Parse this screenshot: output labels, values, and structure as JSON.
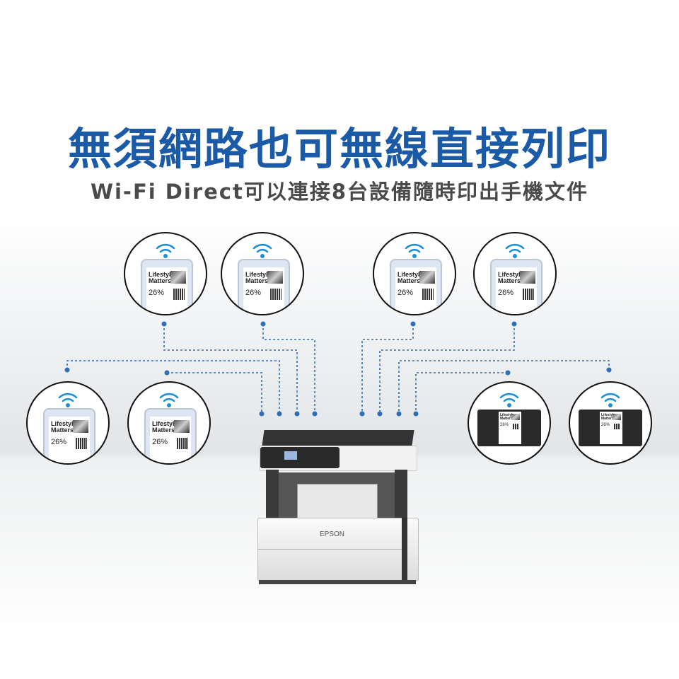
{
  "headline": "無須網路也可無線直接列印",
  "subheadline": "Wi-Fi Direct可以連接8台設備隨時印出手機文件",
  "device_screen": {
    "title": "Lifestyle Matters",
    "stat": "26%"
  },
  "printer": {
    "brand": "EPSON"
  },
  "colors": {
    "accent": "#1a5aa6",
    "wifi": "#1e8fd6",
    "connector": "#2f6fb6"
  },
  "devices": [
    {
      "type": "phone",
      "icon": "wifi-icon"
    },
    {
      "type": "phone",
      "icon": "wifi-icon"
    },
    {
      "type": "phone",
      "icon": "wifi-icon"
    },
    {
      "type": "phone",
      "icon": "wifi-icon"
    },
    {
      "type": "phone",
      "icon": "wifi-icon"
    },
    {
      "type": "phone",
      "icon": "wifi-icon"
    },
    {
      "type": "tablet",
      "icon": "wifi-icon"
    },
    {
      "type": "tablet",
      "icon": "wifi-icon"
    }
  ]
}
